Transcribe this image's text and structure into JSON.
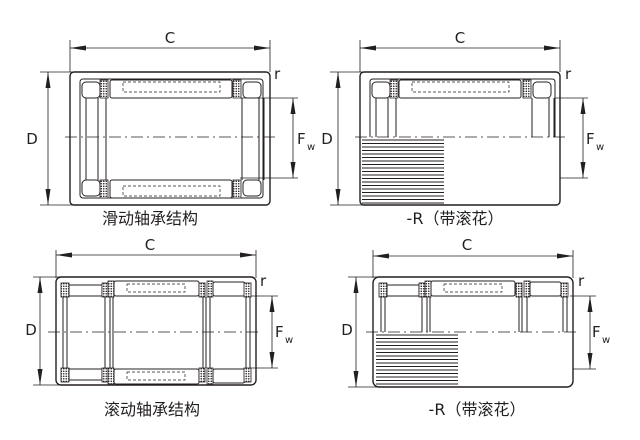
{
  "figures": [
    {
      "id": "plain-shell-top-left",
      "caption": "滑动轴承结构",
      "labels": {
        "length": "C",
        "outer_diameter": "D",
        "inner_diameter": "F",
        "inner_diameter_sub": "w",
        "radius": "r"
      },
      "knurled": false
    },
    {
      "id": "knurled-top-right",
      "caption": "-R（带滚花）",
      "labels": {
        "length": "C",
        "outer_diameter": "D",
        "inner_diameter": "F",
        "inner_diameter_sub": "w",
        "radius": "r"
      },
      "knurled": true
    },
    {
      "id": "plain-shell-bottom-left",
      "caption": "滚动轴承结构",
      "labels": {
        "length": "C",
        "outer_diameter": "D",
        "inner_diameter": "F",
        "inner_diameter_sub": "w",
        "radius": "r"
      },
      "knurled": false
    },
    {
      "id": "knurled-bottom-right",
      "caption": "-R（带滚花）",
      "labels": {
        "length": "C",
        "outer_diameter": "D",
        "inner_diameter": "F",
        "inner_diameter_sub": "w",
        "radius": "r"
      },
      "knurled": true
    }
  ],
  "colors": {
    "line": "#231f20",
    "background": "#ffffff"
  }
}
